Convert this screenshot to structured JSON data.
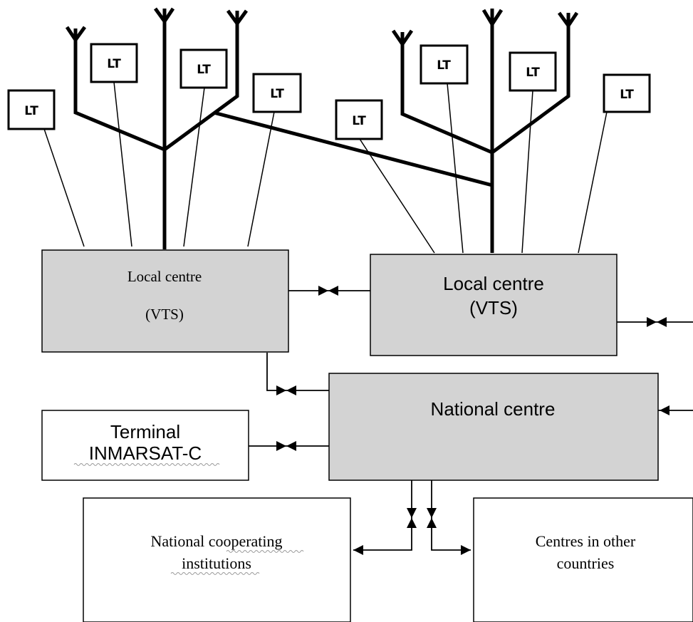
{
  "terminal_label": "LT",
  "local_centre_1": {
    "line1": "Local centre",
    "line2": "(VTS)"
  },
  "local_centre_2": {
    "line1": "Local centre",
    "line2": "(VTS)"
  },
  "national_centre": {
    "label": "National centre"
  },
  "terminal_inmarsat": {
    "line1": "Terminal",
    "line2": "INMARSAT-C"
  },
  "national_institutions": {
    "line1": "National cooperating",
    "line2": "institutions"
  },
  "other_countries": {
    "line1": "Centres in other",
    "line2": "countries"
  },
  "colors": {
    "centre_fill": "#d3d3d3",
    "stroke": "#000000",
    "background": "#ffffff"
  }
}
